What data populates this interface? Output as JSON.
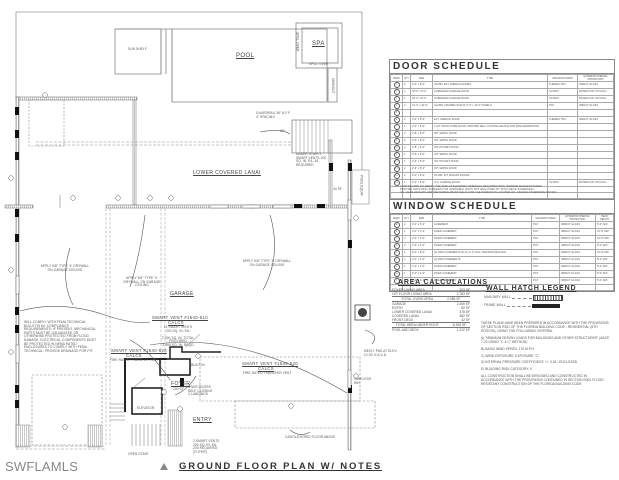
{
  "watermark": "SWFLAMLS",
  "title": {
    "text": "GROUND FLOOR PLAN W/ NOTES",
    "icon": "warning-triangle-icon"
  },
  "rooms": {
    "pool": "POOL",
    "spa": "SPA",
    "sun_shelf": "SUN SHELF",
    "spill_over_1": "SPILL OVER",
    "spill_over_2": "SPILL OVER",
    "swim_out": "SWIMOUT",
    "lower_covered_lanai": "LOWER COVERED LANAI",
    "garage": "GARAGE",
    "foyer": "FOYER",
    "foyer_area": "200 SF",
    "entry": "ENTRY",
    "elevator": "ELEVATOR",
    "built_in": "BUILT-IN",
    "open_stair": "OPEN STAIR",
    "cantilevered_floor": "CANTILEVERED FLOOR ABOVE",
    "pool_equip": "POOL EQUIP.",
    "up_label": "UP",
    "area_44": "44 SF"
  },
  "annotations": {
    "stair_guard": "GUARDRAIL 36\" A.F.F. 4\" SPACING",
    "under_stair_vents": "UNDER STAIR 2 SMART VENTS 200 SQ. IN. EA. 44 REQUIRED",
    "drywall_1": "APPLY 5/8\" TYPE 'X' DRYWALL ON GARAGE CEILING",
    "drywall_2": "APPLY 5/8\" TYPE 'X' DRYWALL ON GARAGE CEILING",
    "drywall_3": "APPLY 5/8\" TYPE 'X' DRYWALL ON GARAGE CEILING",
    "smart_vent_1_title": "SMART VENT #1540-510",
    "smart_vent_1_calcs": "CALCS",
    "smart_vent_1_body": "12 SMART VENTS\n200 SQ. IN. EA.\n\n2,400 SQ. IN. TOTAL\nPROVIDED\n2,469 SQ. IN. REQD",
    "smart_vent_2_title": "SMART VENT #1540-520",
    "smart_vent_2_calcs": "CALCS",
    "smart_vent_2_body": "FIRE RATED TRANSFER VENT",
    "smart_vent_3_title": "SMART VENT #1540-520",
    "smart_vent_3_calcs": "CALCS",
    "smart_vent_3_body": "FIRE RATED TRANSFER VENT",
    "fema_note": "WILL COMPLY WITH FEMA TECHNICAL\nBULLETIN #4. COMPLIANCE\nREQUIREMENTS: IF PRESENT, MECHANICAL\nPARTS MUST BE GALVANIZED OR\nOTHERWISE PROTECTED FROM FLOOD\nDAMAGE. ELECTRICAL COMPONENTS MUST\nBE PROTECTED IN NEMA RATED\nENCLOSURES TO COMPLY WITH FEMA\nTECHNICAL. PROVIDE DRAINAGE FOR PIT.",
    "foyer_stair_note": "STAIR DOORS\nSELF CLOSING\n2 LANDINGS",
    "bottom_vents": "2 SMART VENTS\n200 SQ. IN. EA.\n200 REQUIRED\n(FOYER)",
    "mech_pad": "MECH. PAD AT ELEV.\n12.00' N.A.V.D.",
    "tankless_wh": "TANKLESS\nWH"
  },
  "door_schedule": {
    "title": "DOOR SCHEDULE",
    "columns": [
      "MARK",
      "QTY",
      "SIZE",
      "TYPE",
      "MANUFACTURER",
      "EXTERIOR OPENING PROTECTION"
    ],
    "rows": [
      [
        "1",
        "2",
        "6'-0\" x 8'-0\"",
        "20 MIN. EXT. FRENCH DOORS",
        "THERMA TRU",
        "IMPACT GLASS"
      ],
      [
        "2",
        "1",
        "18'-0\" x 8'-0\"",
        "OVERHEAD GARAGE DOOR",
        "CLOPAY",
        "RATED FOR 170 M.P.H."
      ],
      [
        "3",
        "1",
        "18'-0\" x 8'-0\"",
        "OVERHEAD GARAGE DOOR",
        "CLOPAY",
        "RATED FOR 170 M.P.H."
      ],
      [
        "4",
        "2",
        "16'-0\" x 10'-0\"",
        "ALUMN. FRAMED SGD (5) 3'-0\" x 10'-0\" PANELS",
        "PGT",
        "IMPACT GLASS"
      ],
      [
        "5",
        "",
        "",
        "",
        "",
        ""
      ],
      [
        "6",
        "2",
        "3'-0\" x 8'-0\"",
        "EXT. FRENCH DOOR",
        "THERMA TRU",
        "IMPACT GLASS"
      ],
      [
        "7",
        "1",
        "3'-0\" x 8'-0\"",
        "1 3/4\" SOLID CORE DOOR, PROVIDE SELF CLOSING DEVICE FOR FIRE SEPARATION",
        "",
        ""
      ],
      [
        "8",
        "2",
        "2'-8\" x 8'-0\"",
        "INT. SWING DOOR",
        "",
        ""
      ],
      [
        "9",
        "2",
        "2'-6\" x 8'-0\"",
        "INT. SWING DOOR",
        "",
        ""
      ],
      [
        "10",
        "2",
        "2'-8\" x 8'-0\"",
        "INT. POCKET DOOR",
        "",
        ""
      ],
      [
        "11",
        "1",
        "2'-6\" x 8'-0\"",
        "INT. SWING DOOR",
        "",
        ""
      ],
      [
        "12",
        "1",
        "2'-6\" x 8'-0\"",
        "INT. POCKET DOOR",
        "",
        ""
      ],
      [
        "13",
        "2",
        "2'-6\" x 8'-0\"",
        "INT. SWING DOOR",
        "",
        ""
      ],
      [
        "14",
        "2",
        "6'-0\" x 8'-0\"",
        "20 MIN. INT. BI-PASS DOORS",
        "",
        ""
      ],
      [
        "15",
        "1",
        "9'-0\" x 8'-0\"",
        "O.H. GARAGE DOOR",
        "CLOPAY",
        "RATED FOR 170 M.P.H."
      ],
      [
        "",
        "",
        "",
        "",
        "",
        ""
      ],
      [
        "",
        "",
        "",
        "",
        "",
        ""
      ]
    ],
    "footnote": "CONTRACTOR TO VERIFY THE SIZE OF MASONRY OPENINGS REQUIRED WITH WINDOW MANUFACTURER.\nPROVIDE MATCHING SCREENS FOR OPERABLE UNITS NOT ENCLOSED BY POOL DECK SCREENING.\nALL HEAD HEIGHTS ARE MEASURED FROM THE FLOOR THE WINDOW IS LOCATED ON, UNLESS OTHERWISE NOTED."
  },
  "window_schedule": {
    "title": "WINDOW SCHEDULE",
    "columns": [
      "MARK",
      "QTY",
      "SIZE",
      "TYPE",
      "MANUFACTURER",
      "EXTERIOR OPENING PROTECTION",
      "HEAD HEIGHT"
    ],
    "rows": [
      [
        "A",
        "4",
        "3'-0\" x 5'-0\"",
        "CASEMENT",
        "PGT",
        "IMPACT GLASS",
        "8'-0\" AFF"
      ],
      [
        "B",
        "1",
        "3'-0\" x 3'-0\"",
        "FIXED CASEMENT",
        "PGT",
        "IMPACT GLASS",
        "10'-8\" AFF"
      ],
      [
        "C",
        "2",
        "3'-0\" x 3'-0\"",
        "FIXED CASEMENT",
        "PGT",
        "IMPACT GLASS",
        "10'-8\" AFF"
      ],
      [
        "D",
        "2",
        "2'-0\" x 3'-0\"",
        "FIXED CASEMENT",
        "PGT",
        "IMPACT GLASS",
        "8'-0\" AFF"
      ],
      [
        "E",
        "1",
        "8'-0\" x 8'-0\"",
        "(2) 2000 CASEMENTS W/ (1) 4'-0\" TALL TRANSOM MULLED",
        "PGT",
        "IMPACT GLASS",
        "10'-8\" AFF"
      ],
      [
        "F",
        "1",
        "4'-0\" x 6'-0\"",
        "(2) 2000 CASEMENTS",
        "PGT",
        "IMPACT GLASS",
        "8'-0\" AFF"
      ],
      [
        "G",
        "1",
        "4'-0\" x 2'-0\"",
        "FIXED CASEMENT",
        "PGT",
        "IMPACT GLASS",
        "8'-0\" AFF"
      ],
      [
        "H",
        "1",
        "4'-0\" x 2'-0\"",
        "FIXED CASEMENT",
        "PGT",
        "IMPACT GLASS",
        "8'-0\" AFF"
      ],
      [
        "J",
        "1",
        "2'-0\" x 2'-0\"",
        "FIXED CASEMENT",
        "PGT",
        "IMPACT GLASS",
        "8'-0\" AFF"
      ],
      [
        "",
        "",
        "",
        "",
        "",
        "",
        ""
      ]
    ]
  },
  "area_calculations": {
    "title": "AREA CALCULATIONS",
    "rows": [
      {
        "label": "FOYER LIVING AREA",
        "value": "203 SF"
      },
      {
        "label": "1st FLOOR LIVING AREA",
        "value": "2,783 SF"
      },
      {
        "label": "TOTAL LIVING AREA",
        "value": "2,986 SF",
        "total": true
      },
      {
        "label": "GARAGE",
        "value": "2,469 SF"
      },
      {
        "label": "ENTRY",
        "value": "82 SF"
      },
      {
        "label": "LOWER COVERED LANAI",
        "value": "378 SF"
      },
      {
        "label": "COVERED LANAI",
        "value": "382 SF"
      },
      {
        "label": "FRONT DECK",
        "value": "42 SF"
      },
      {
        "label": "TOTAL AREA UNDER ROOF",
        "value": "6,308 SF",
        "total": true
      },
      {
        "label": "POOL AND DECK",
        "value": "1,212 SF"
      }
    ]
  },
  "wall_hatch_legend": {
    "title": "WALL HATCH LEGEND",
    "items": [
      {
        "label": "MASONRY WALL",
        "swatch": "masonry"
      },
      {
        "label": "FRAME WALL",
        "swatch": "frame"
      }
    ]
  },
  "code_notes": {
    "intro": "THESE PLANS HAVE BEEN PREPARED IN ACCORDANCE WITH THE PROVISIONS OF SECTION R301 OF THE FLORIDA BUILDING CODE - RESIDENTIAL (8th EDITION), USING THE FOLLOWING CRITERIA.",
    "items": [
      "A) \"MINIMUM DESIGN LOADS FOR BUILDINGS AND OTHER STRUCTURES\" (ASCE 7-22 USING \"C & C\" METHOD)",
      "B) BASIC WIND SPEED: 170 M.P.H.",
      "C) WIND EXPOSURE: EXPOSURE \"C\"",
      "D) INTERNAL PRESSURE COEFFICIENT: +/- 0.18 / ENCLOSED",
      "E) BUILDING RISK CATEGORY: II"
    ],
    "closing": "ALL CONSTRUCTION SHALL BE DESIGNED AND CONSTRUCTED IN ACCORDANCE WITH THE PROVISIONS CONTAINED IN SECTION R301 FLOOD RESISTANT CONSTRUCTION OF THE FLORIDA BUILDING CODE"
  },
  "marks": {
    "win_a": "A",
    "win_b": "B",
    "win_c": "C",
    "win_d": "D",
    "win_e": "E",
    "door_2": "2",
    "door_3": "3",
    "door_4": "4",
    "door_1": "1",
    "door_7": "7",
    "door_8": "8",
    "door_15": "15",
    "w1": "1",
    "w2": "2",
    "w3": "3",
    "w4": "4",
    "w5": "5",
    "w6": "6",
    "w7": "7",
    "w8": "8",
    "w9": "9",
    "w10": "10",
    "w11": "11",
    "w12": "12",
    "w13": "13"
  }
}
